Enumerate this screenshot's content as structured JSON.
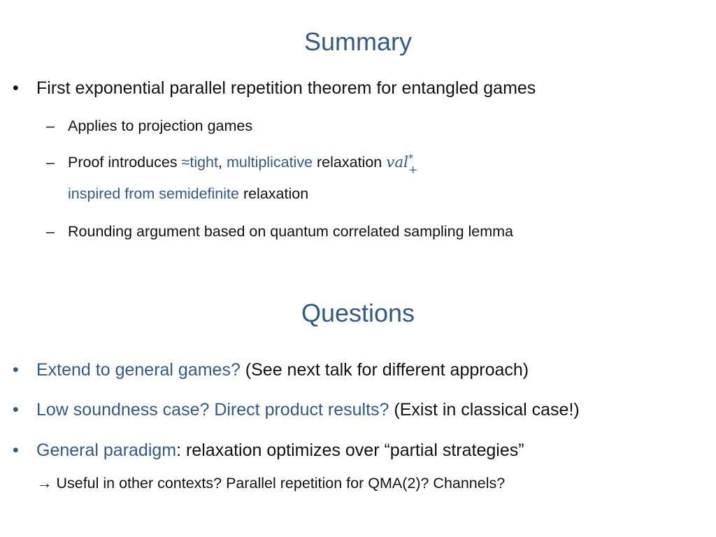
{
  "summary": {
    "title": "Summary",
    "bullet1": {
      "text": "First exponential parallel repetition theorem for entangled games",
      "subs": [
        "Applies to projection games",
        {
          "prefix": "Proof introduces ",
          "approx": "≈",
          "tight": "tight",
          "comma": ",",
          "multiplicative": "multiplicative",
          "relaxation": " relaxation ",
          "math_base": "val",
          "math_sup": "*",
          "math_sub": "+",
          "line2_blue": "inspired from semidefinite",
          "line2_rest": " relaxation"
        },
        "Rounding argument based on quantum correlated sampling lemma"
      ]
    }
  },
  "questions": {
    "title": "Questions",
    "items": [
      {
        "blue": "Extend to general games?",
        "rest": " (See next talk for different approach)"
      },
      {
        "blue": "Low soundness case? Direct product results?",
        "rest": " (Exist in classical case!)"
      },
      {
        "blue": "General paradigm",
        "rest": ": relaxation optimizes over “partial strategies”"
      }
    ],
    "arrow_line": "→ Useful in other contexts? Parallel repetition for QMA(2)? Channels?"
  },
  "bullet_glyph": "•",
  "dash_glyph": "–",
  "colors": {
    "accent": "#2f5a8f",
    "text": "#111111"
  }
}
